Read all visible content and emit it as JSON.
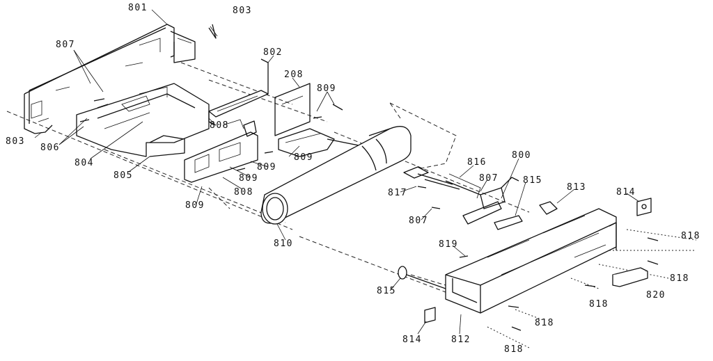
{
  "labels": {
    "l801": "801",
    "l803": "803",
    "l807a": "807",
    "l802": "802",
    "l208": "208",
    "l809a": "809",
    "l803b": "803",
    "l806": "806",
    "l804": "804",
    "l808a": "808",
    "l805": "805",
    "l809b": "809",
    "l809c": "809",
    "l809d": "809",
    "l808b": "808",
    "l809e": "809",
    "l800": "800",
    "l816": "816",
    "l807b": "807",
    "l817": "817",
    "l815a": "815",
    "l813": "813",
    "l814a": "814",
    "l807c": "807",
    "l818a": "818",
    "l810": "810",
    "l819": "819",
    "l818b": "818",
    "l815b": "815",
    "l818c": "818",
    "l820": "820",
    "l818d": "818",
    "l814b": "814",
    "l812": "812",
    "l818e": "818"
  }
}
